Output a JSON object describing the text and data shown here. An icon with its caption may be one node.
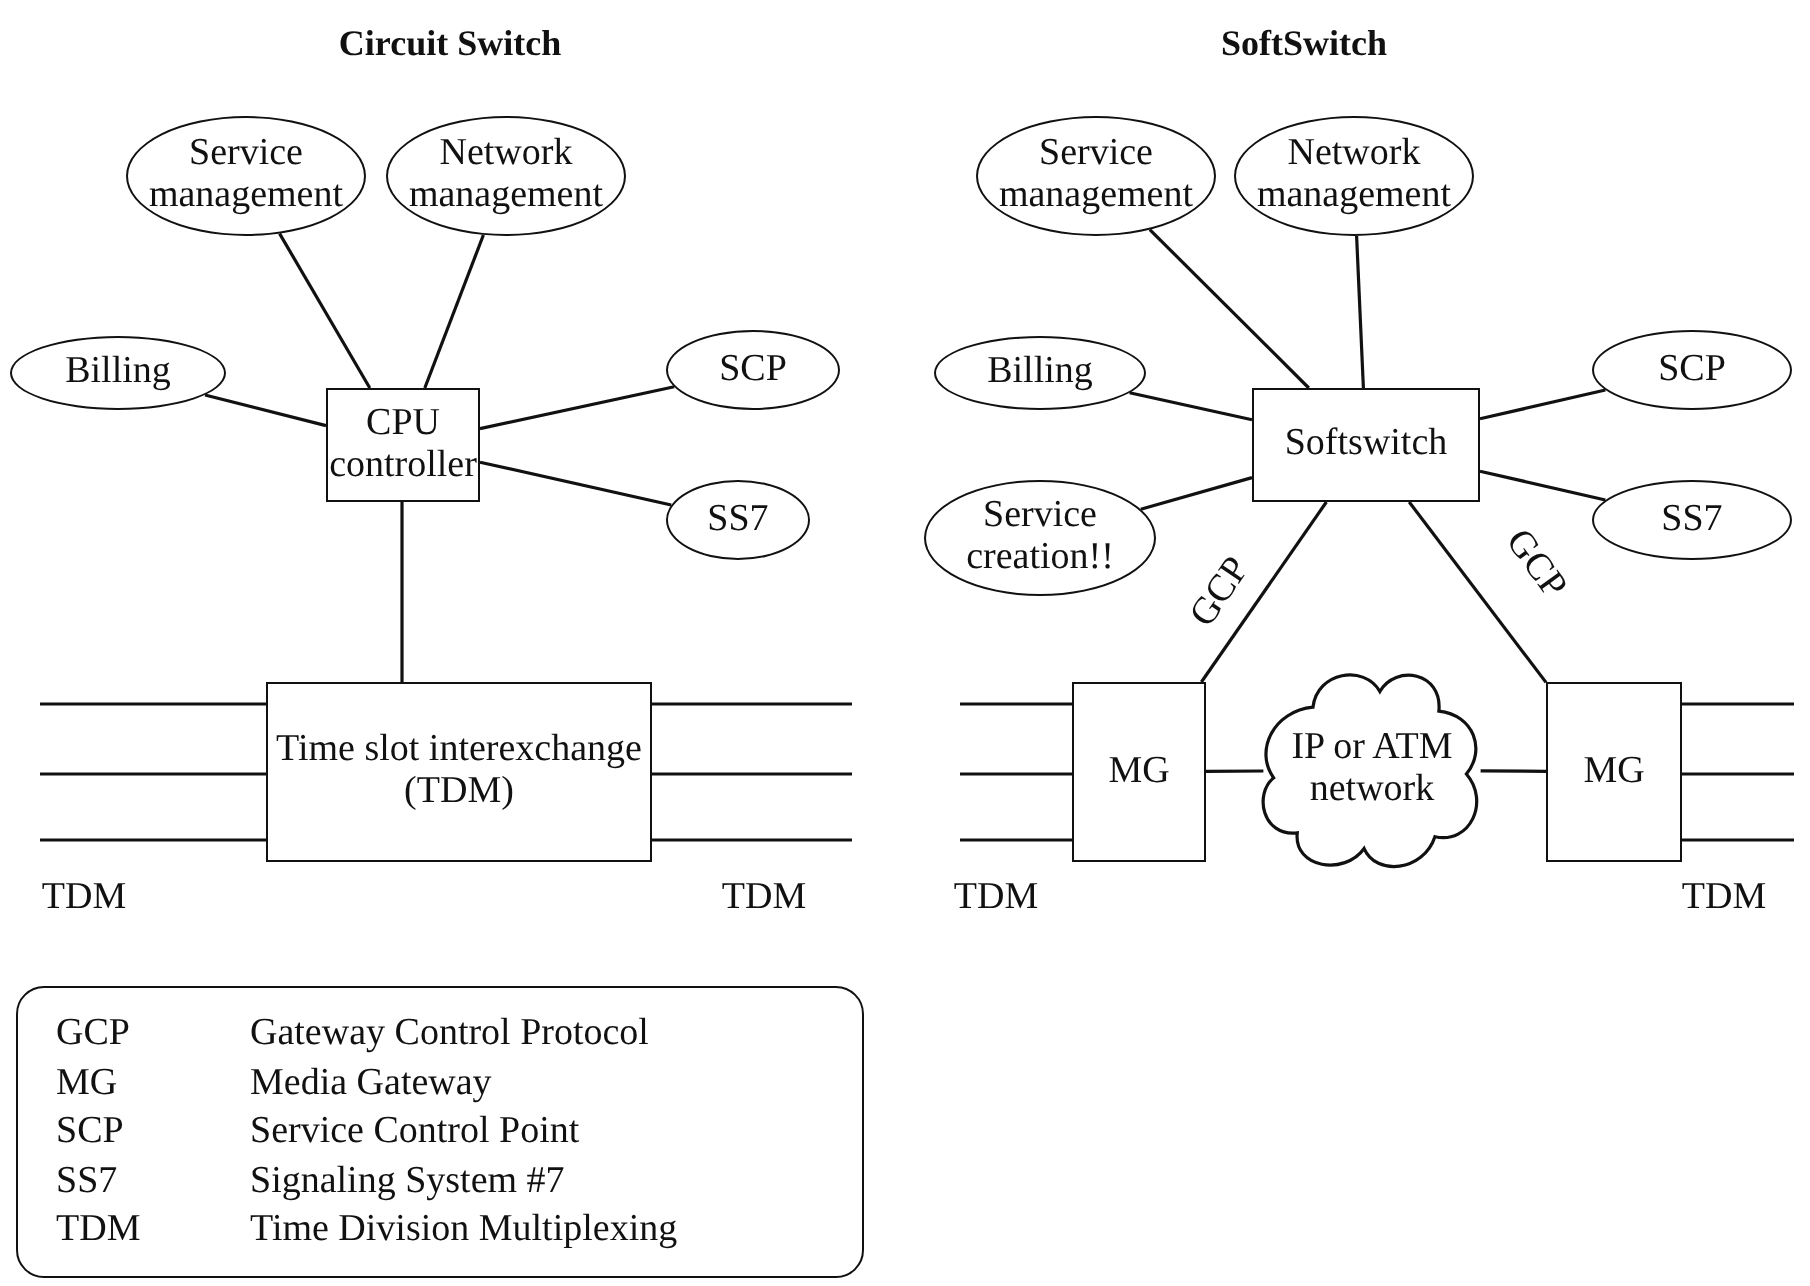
{
  "diagram": {
    "nodes": [
      {
        "text": [
          "Service management"
        ]
      },
      {
        "text": [
          "Network management"
        ]
      },
      {
        "text": [
          "Billing"
        ]
      },
      {
        "text": [
          "CPU controller"
        ]
      },
      {
        "text": [
          "SCP"
        ]
      },
      {
        "text": [
          "SS7"
        ]
      },
      {
        "text": [
          "Time slot interexchange (TDM)"
        ]
      },
      {
        "text": [
          "Service management"
        ]
      },
      {
        "text": [
          "Network management"
        ]
      },
      {
        "text": [
          "Billing"
        ]
      },
      {
        "text": [
          "Softswitch"
        ]
      },
      {
        "text": [
          "SCP"
        ]
      },
      {
        "text": [
          "Service creation!!"
        ]
      },
      {
        "text": [
          "SS7"
        ]
      },
      {
        "text": [
          "MG"
        ]
      },
      {
        "text": [
          "IP or ATM network"
        ]
      },
      {
        "text": [
          "MG"
        ]
      }
    ],
    "edges": [
      {
        "from": 0,
        "to": 3,
        "arrow": "none"
      },
      {
        "from": 1,
        "to": 3,
        "arrow": "none"
      },
      {
        "from": 2,
        "to": 3,
        "arrow": "none"
      },
      {
        "from": 3,
        "to": 4,
        "arrow": "none"
      },
      {
        "from": 3,
        "to": 5,
        "arrow": "none"
      },
      {
        "from": 3,
        "to": 6,
        "arrow": "none"
      },
      {
        "from": null,
        "to": 6,
        "arrow": "none"
      },
      {
        "from": null,
        "to": 6,
        "arrow": "none"
      },
      {
        "from": null,
        "to": 6,
        "arrow": "none"
      },
      {
        "from": 6,
        "to": null,
        "arrow": "none"
      },
      {
        "from": 6,
        "to": null,
        "arrow": "none"
      },
      {
        "from": 6,
        "to": null,
        "arrow": "none"
      },
      {
        "from": 7,
        "to": 10,
        "arrow": "none"
      },
      {
        "from": 8,
        "to": 10,
        "arrow": "none"
      },
      {
        "from": 9,
        "to": 10,
        "arrow": "none"
      },
      {
        "from": 10,
        "to": 11,
        "arrow": "none"
      },
      {
        "from": 12,
        "to": 10,
        "arrow": "none"
      },
      {
        "from": 10,
        "to": 13,
        "arrow": "none"
      },
      {
        "from": 10,
        "to": 14,
        "arrow": "none",
        "label": "GCP"
      },
      {
        "from": 10,
        "to": 16,
        "arrow": "none",
        "label": "GCP"
      },
      {
        "from": 14,
        "to": 15,
        "arrow": "none"
      },
      {
        "from": 15,
        "to": 16,
        "arrow": "none"
      },
      {
        "from": null,
        "to": 14,
        "arrow": "none"
      },
      {
        "from": null,
        "to": 14,
        "arrow": "none"
      },
      {
        "from": null,
        "to": 14,
        "arrow": "none"
      },
      {
        "from": 16,
        "to": null,
        "arrow": "none"
      },
      {
        "from": 16,
        "to": null,
        "arrow": "none"
      },
      {
        "from": 16,
        "to": null,
        "arrow": "none"
      }
    ],
    "labels": [
      "Circuit Switch",
      "SoftSwitch",
      "TDM",
      "TDM",
      "TDM",
      "TDM",
      "GCP",
      "Gateway Control Protocol",
      "MG",
      "Media Gateway",
      "SCP",
      "Service Control Point",
      "SS7",
      "Signaling System #7",
      "TDM",
      "Time Division Multiplexing"
    ]
  }
}
